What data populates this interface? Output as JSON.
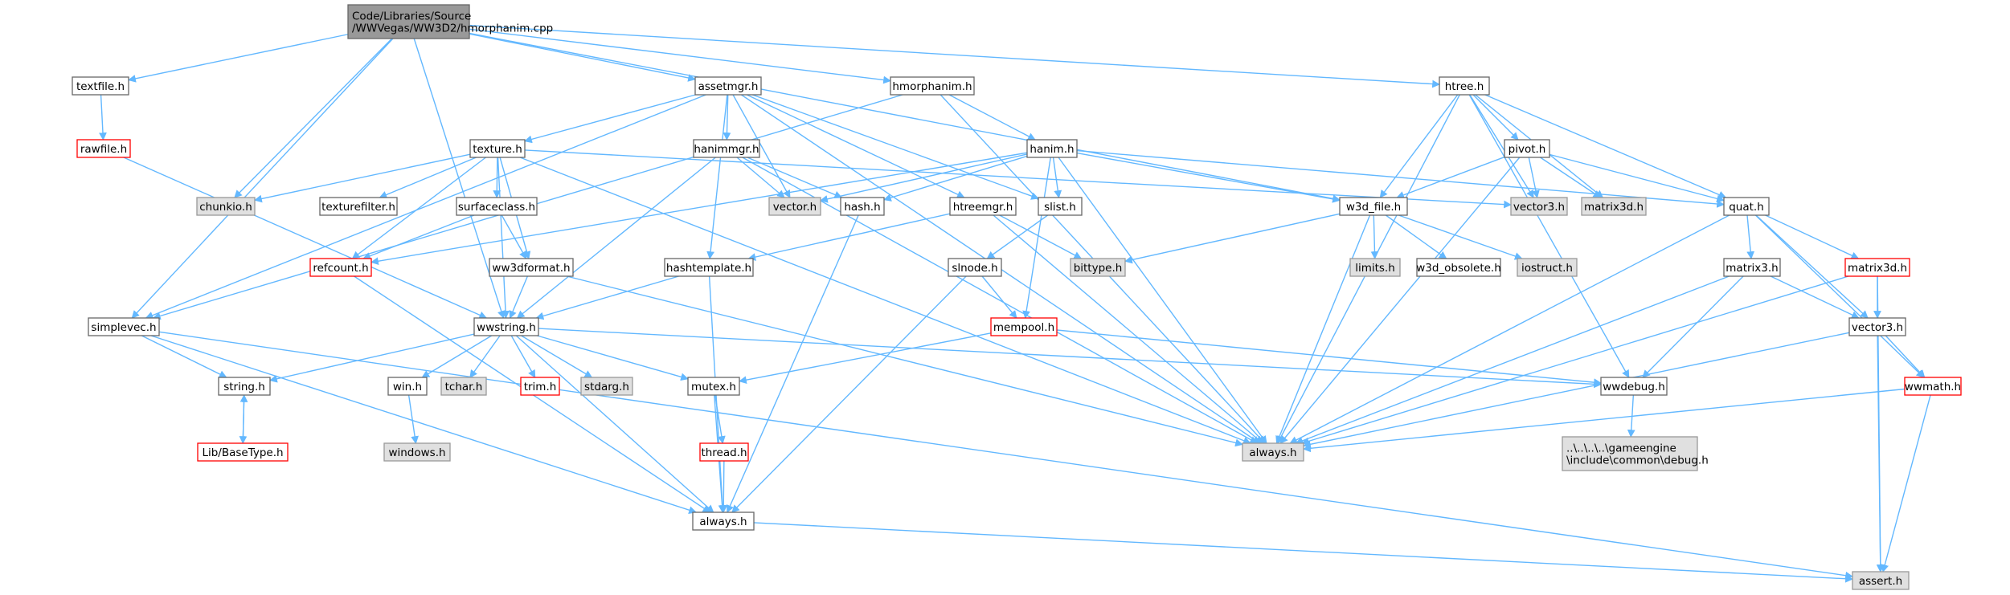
{
  "style": {
    "edge_color": "#63b8ff",
    "root_fill": "#999999",
    "plain_fill": "#ffffff",
    "plain_stroke": "#666666",
    "system_fill": "#e0e0e0",
    "system_stroke": "#999999",
    "missing_stroke": "#ff0000"
  },
  "nodes": [
    {
      "id": "root",
      "lines": [
        "Code/Libraries/Source",
        "/WWVegas/WW3D2/hmorphanim.cpp"
      ],
      "kind": "root"
    },
    {
      "id": "textfile_h",
      "lines": [
        "textfile.h"
      ],
      "kind": "plain"
    },
    {
      "id": "rawfile_h",
      "lines": [
        "rawfile.h"
      ],
      "kind": "missing"
    },
    {
      "id": "assetmgr_h",
      "lines": [
        "assetmgr.h"
      ],
      "kind": "plain"
    },
    {
      "id": "hmorphanim_h",
      "lines": [
        "hmorphanim.h"
      ],
      "kind": "plain"
    },
    {
      "id": "htree_h",
      "lines": [
        "htree.h"
      ],
      "kind": "plain"
    },
    {
      "id": "texture_h",
      "lines": [
        "texture.h"
      ],
      "kind": "plain"
    },
    {
      "id": "hanimmgr_h",
      "lines": [
        "hanimmgr.h"
      ],
      "kind": "plain"
    },
    {
      "id": "hanim_h",
      "lines": [
        "hanim.h"
      ],
      "kind": "plain"
    },
    {
      "id": "pivot_h",
      "lines": [
        "pivot.h"
      ],
      "kind": "plain"
    },
    {
      "id": "chunkio_h",
      "lines": [
        "chunkio.h"
      ],
      "kind": "system"
    },
    {
      "id": "texturefilter_h",
      "lines": [
        "texturefilter.h"
      ],
      "kind": "plain"
    },
    {
      "id": "surfaceclass_h",
      "lines": [
        "surfaceclass.h"
      ],
      "kind": "plain"
    },
    {
      "id": "vector_h",
      "lines": [
        "vector.h"
      ],
      "kind": "system"
    },
    {
      "id": "hash_h",
      "lines": [
        "hash.h"
      ],
      "kind": "plain"
    },
    {
      "id": "htreemgr_h",
      "lines": [
        "htreemgr.h"
      ],
      "kind": "plain"
    },
    {
      "id": "slist_h",
      "lines": [
        "slist.h"
      ],
      "kind": "plain"
    },
    {
      "id": "w3d_file_h",
      "lines": [
        "w3d_file.h"
      ],
      "kind": "plain"
    },
    {
      "id": "vector3_h",
      "lines": [
        "vector3.h"
      ],
      "kind": "system"
    },
    {
      "id": "matrix3d_gray",
      "lines": [
        "matrix3d.h"
      ],
      "kind": "system"
    },
    {
      "id": "quat_h",
      "lines": [
        "quat.h"
      ],
      "kind": "plain"
    },
    {
      "id": "refcount_h",
      "lines": [
        "refcount.h"
      ],
      "kind": "missing"
    },
    {
      "id": "ww3dformat_h",
      "lines": [
        "ww3dformat.h"
      ],
      "kind": "plain"
    },
    {
      "id": "hashtemplate_h",
      "lines": [
        "hashtemplate.h"
      ],
      "kind": "plain"
    },
    {
      "id": "slnode_h",
      "lines": [
        "slnode.h"
      ],
      "kind": "plain"
    },
    {
      "id": "bittype_h",
      "lines": [
        "bittype.h"
      ],
      "kind": "system"
    },
    {
      "id": "limits_h",
      "lines": [
        "limits.h"
      ],
      "kind": "system"
    },
    {
      "id": "w3d_obsolete_h",
      "lines": [
        "w3d_obsolete.h"
      ],
      "kind": "plain"
    },
    {
      "id": "iostruct_h",
      "lines": [
        "iostruct.h"
      ],
      "kind": "system"
    },
    {
      "id": "matrix3_h",
      "lines": [
        "matrix3.h"
      ],
      "kind": "plain"
    },
    {
      "id": "matrix3d_red",
      "lines": [
        "matrix3d.h"
      ],
      "kind": "missing"
    },
    {
      "id": "simplevec_h",
      "lines": [
        "simplevec.h"
      ],
      "kind": "plain"
    },
    {
      "id": "wwstring_h",
      "lines": [
        "wwstring.h"
      ],
      "kind": "plain"
    },
    {
      "id": "mempool_h",
      "lines": [
        "mempool.h"
      ],
      "kind": "missing"
    },
    {
      "id": "vector3_lower",
      "lines": [
        "vector3.h"
      ],
      "kind": "plain"
    },
    {
      "id": "string_h",
      "lines": [
        "string.h"
      ],
      "kind": "plain"
    },
    {
      "id": "win_h",
      "lines": [
        "win.h"
      ],
      "kind": "plain"
    },
    {
      "id": "tchar_h",
      "lines": [
        "tchar.h"
      ],
      "kind": "system"
    },
    {
      "id": "trim_h",
      "lines": [
        "trim.h"
      ],
      "kind": "missing"
    },
    {
      "id": "stdarg_h",
      "lines": [
        "stdarg.h"
      ],
      "kind": "system"
    },
    {
      "id": "mutex_h",
      "lines": [
        "mutex.h"
      ],
      "kind": "plain"
    },
    {
      "id": "wwdebug_h",
      "lines": [
        "wwdebug.h"
      ],
      "kind": "plain"
    },
    {
      "id": "wwmath_h",
      "lines": [
        "wwmath.h"
      ],
      "kind": "missing"
    },
    {
      "id": "always_h_gray",
      "lines": [
        "always.h"
      ],
      "kind": "system"
    },
    {
      "id": "windows_h",
      "lines": [
        "windows.h"
      ],
      "kind": "system"
    },
    {
      "id": "basetype_h",
      "lines": [
        "Lib/BaseType.h"
      ],
      "kind": "missing"
    },
    {
      "id": "thread_h",
      "lines": [
        "thread.h"
      ],
      "kind": "missing"
    },
    {
      "id": "debug_h",
      "lines": [
        "..\\..\\..\\..\\gameengine",
        "\\include\\common\\debug.h"
      ],
      "kind": "system"
    },
    {
      "id": "always_h_white",
      "lines": [
        "always.h"
      ],
      "kind": "plain"
    },
    {
      "id": "assert_h",
      "lines": [
        "assert.h"
      ],
      "kind": "system"
    }
  ],
  "edges": [
    [
      "root",
      "textfile_h"
    ],
    [
      "root",
      "assetmgr_h"
    ],
    [
      "root",
      "hmorphanim_h"
    ],
    [
      "root",
      "htree_h"
    ],
    [
      "root",
      "chunkio_h"
    ],
    [
      "root",
      "simplevec_h"
    ],
    [
      "root",
      "wwstring_h"
    ],
    [
      "root",
      "w3d_file_h"
    ],
    [
      "textfile_h",
      "rawfile_h"
    ],
    [
      "rawfile_h",
      "wwstring_h"
    ],
    [
      "assetmgr_h",
      "texture_h"
    ],
    [
      "assetmgr_h",
      "hanimmgr_h"
    ],
    [
      "assetmgr_h",
      "vector_h"
    ],
    [
      "assetmgr_h",
      "htreemgr_h"
    ],
    [
      "assetmgr_h",
      "slist_h"
    ],
    [
      "assetmgr_h",
      "hashtemplate_h"
    ],
    [
      "assetmgr_h",
      "simplevec_h"
    ],
    [
      "assetmgr_h",
      "always_h_gray"
    ],
    [
      "hmorphanim_h",
      "hanim_h"
    ],
    [
      "hmorphanim_h",
      "always_h_gray"
    ],
    [
      "hmorphanim_h",
      "simplevec_h"
    ],
    [
      "htree_h",
      "pivot_h"
    ],
    [
      "htree_h",
      "vector3_h"
    ],
    [
      "htree_h",
      "matrix3d_gray"
    ],
    [
      "htree_h",
      "quat_h"
    ],
    [
      "htree_h",
      "w3d_file_h"
    ],
    [
      "htree_h",
      "always_h_gray"
    ],
    [
      "htree_h",
      "wwdebug_h"
    ],
    [
      "texture_h",
      "chunkio_h"
    ],
    [
      "texture_h",
      "texturefilter_h"
    ],
    [
      "texture_h",
      "surfaceclass_h"
    ],
    [
      "texture_h",
      "ww3dformat_h"
    ],
    [
      "texture_h",
      "wwstring_h"
    ],
    [
      "texture_h",
      "refcount_h"
    ],
    [
      "texture_h",
      "vector3_h"
    ],
    [
      "texture_h",
      "always_h_gray"
    ],
    [
      "hanimmgr_h",
      "vector_h"
    ],
    [
      "hanimmgr_h",
      "hash_h"
    ],
    [
      "hanimmgr_h",
      "wwstring_h"
    ],
    [
      "hanimmgr_h",
      "always_h_gray"
    ],
    [
      "hanim_h",
      "vector_h"
    ],
    [
      "hanim_h",
      "hash_h"
    ],
    [
      "hanim_h",
      "slist_h"
    ],
    [
      "hanim_h",
      "w3d_file_h"
    ],
    [
      "hanim_h",
      "refcount_h"
    ],
    [
      "hanim_h",
      "mempool_h"
    ],
    [
      "hanim_h",
      "always_h_gray"
    ],
    [
      "hanim_h",
      "quat_h"
    ],
    [
      "pivot_h",
      "vector3_h"
    ],
    [
      "pivot_h",
      "matrix3d_gray"
    ],
    [
      "pivot_h",
      "quat_h"
    ],
    [
      "pivot_h",
      "w3d_file_h"
    ],
    [
      "pivot_h",
      "always_h_gray"
    ],
    [
      "surfaceclass_h",
      "ww3dformat_h"
    ],
    [
      "surfaceclass_h",
      "refcount_h"
    ],
    [
      "hash_h",
      "always_h_white"
    ],
    [
      "htreemgr_h",
      "hashtemplate_h"
    ],
    [
      "htreemgr_h",
      "bittype_h"
    ],
    [
      "htreemgr_h",
      "always_h_gray"
    ],
    [
      "slist_h",
      "slnode_h"
    ],
    [
      "w3d_file_h",
      "limits_h"
    ],
    [
      "w3d_file_h",
      "w3d_obsolete_h"
    ],
    [
      "w3d_file_h",
      "iostruct_h"
    ],
    [
      "w3d_file_h",
      "bittype_h"
    ],
    [
      "w3d_file_h",
      "always_h_gray"
    ],
    [
      "quat_h",
      "matrix3_h"
    ],
    [
      "quat_h",
      "matrix3d_red"
    ],
    [
      "quat_h",
      "vector3_lower"
    ],
    [
      "quat_h",
      "wwmath_h"
    ],
    [
      "quat_h",
      "always_h_gray"
    ],
    [
      "refcount_h",
      "always_h_white"
    ],
    [
      "ww3dformat_h",
      "wwstring_h"
    ],
    [
      "ww3dformat_h",
      "always_h_gray"
    ],
    [
      "hashtemplate_h",
      "wwstring_h"
    ],
    [
      "hashtemplate_h",
      "always_h_white"
    ],
    [
      "slnode_h",
      "mempool_h"
    ],
    [
      "slnode_h",
      "always_h_white"
    ],
    [
      "matrix3_h",
      "vector3_lower"
    ],
    [
      "matrix3_h",
      "wwdebug_h"
    ],
    [
      "matrix3_h",
      "always_h_gray"
    ],
    [
      "matrix3d_red",
      "vector3_lower"
    ],
    [
      "matrix3d_red",
      "always_h_gray"
    ],
    [
      "matrix3d_red",
      "assert_h"
    ],
    [
      "simplevec_h",
      "string_h"
    ],
    [
      "simplevec_h",
      "always_h_white"
    ],
    [
      "simplevec_h",
      "assert_h"
    ],
    [
      "wwstring_h",
      "string_h"
    ],
    [
      "wwstring_h",
      "win_h"
    ],
    [
      "wwstring_h",
      "tchar_h"
    ],
    [
      "wwstring_h",
      "trim_h"
    ],
    [
      "wwstring_h",
      "stdarg_h"
    ],
    [
      "wwstring_h",
      "mutex_h"
    ],
    [
      "wwstring_h",
      "wwdebug_h"
    ],
    [
      "wwstring_h",
      "always_h_white"
    ],
    [
      "mempool_h",
      "mutex_h"
    ],
    [
      "mempool_h",
      "wwdebug_h"
    ],
    [
      "vector3_lower",
      "wwmath_h"
    ],
    [
      "vector3_lower",
      "always_h_gray"
    ],
    [
      "vector3_lower",
      "assert_h"
    ],
    [
      "string_h",
      "basetype_h"
    ],
    [
      "basetype_h",
      "string_h"
    ],
    [
      "win_h",
      "windows_h"
    ],
    [
      "mutex_h",
      "thread_h"
    ],
    [
      "mutex_h",
      "always_h_white"
    ],
    [
      "thread_h",
      "always_h_white"
    ],
    [
      "wwdebug_h",
      "debug_h"
    ],
    [
      "wwmath_h",
      "always_h_gray"
    ],
    [
      "wwmath_h",
      "assert_h"
    ],
    [
      "always_h_white",
      "assert_h"
    ]
  ]
}
